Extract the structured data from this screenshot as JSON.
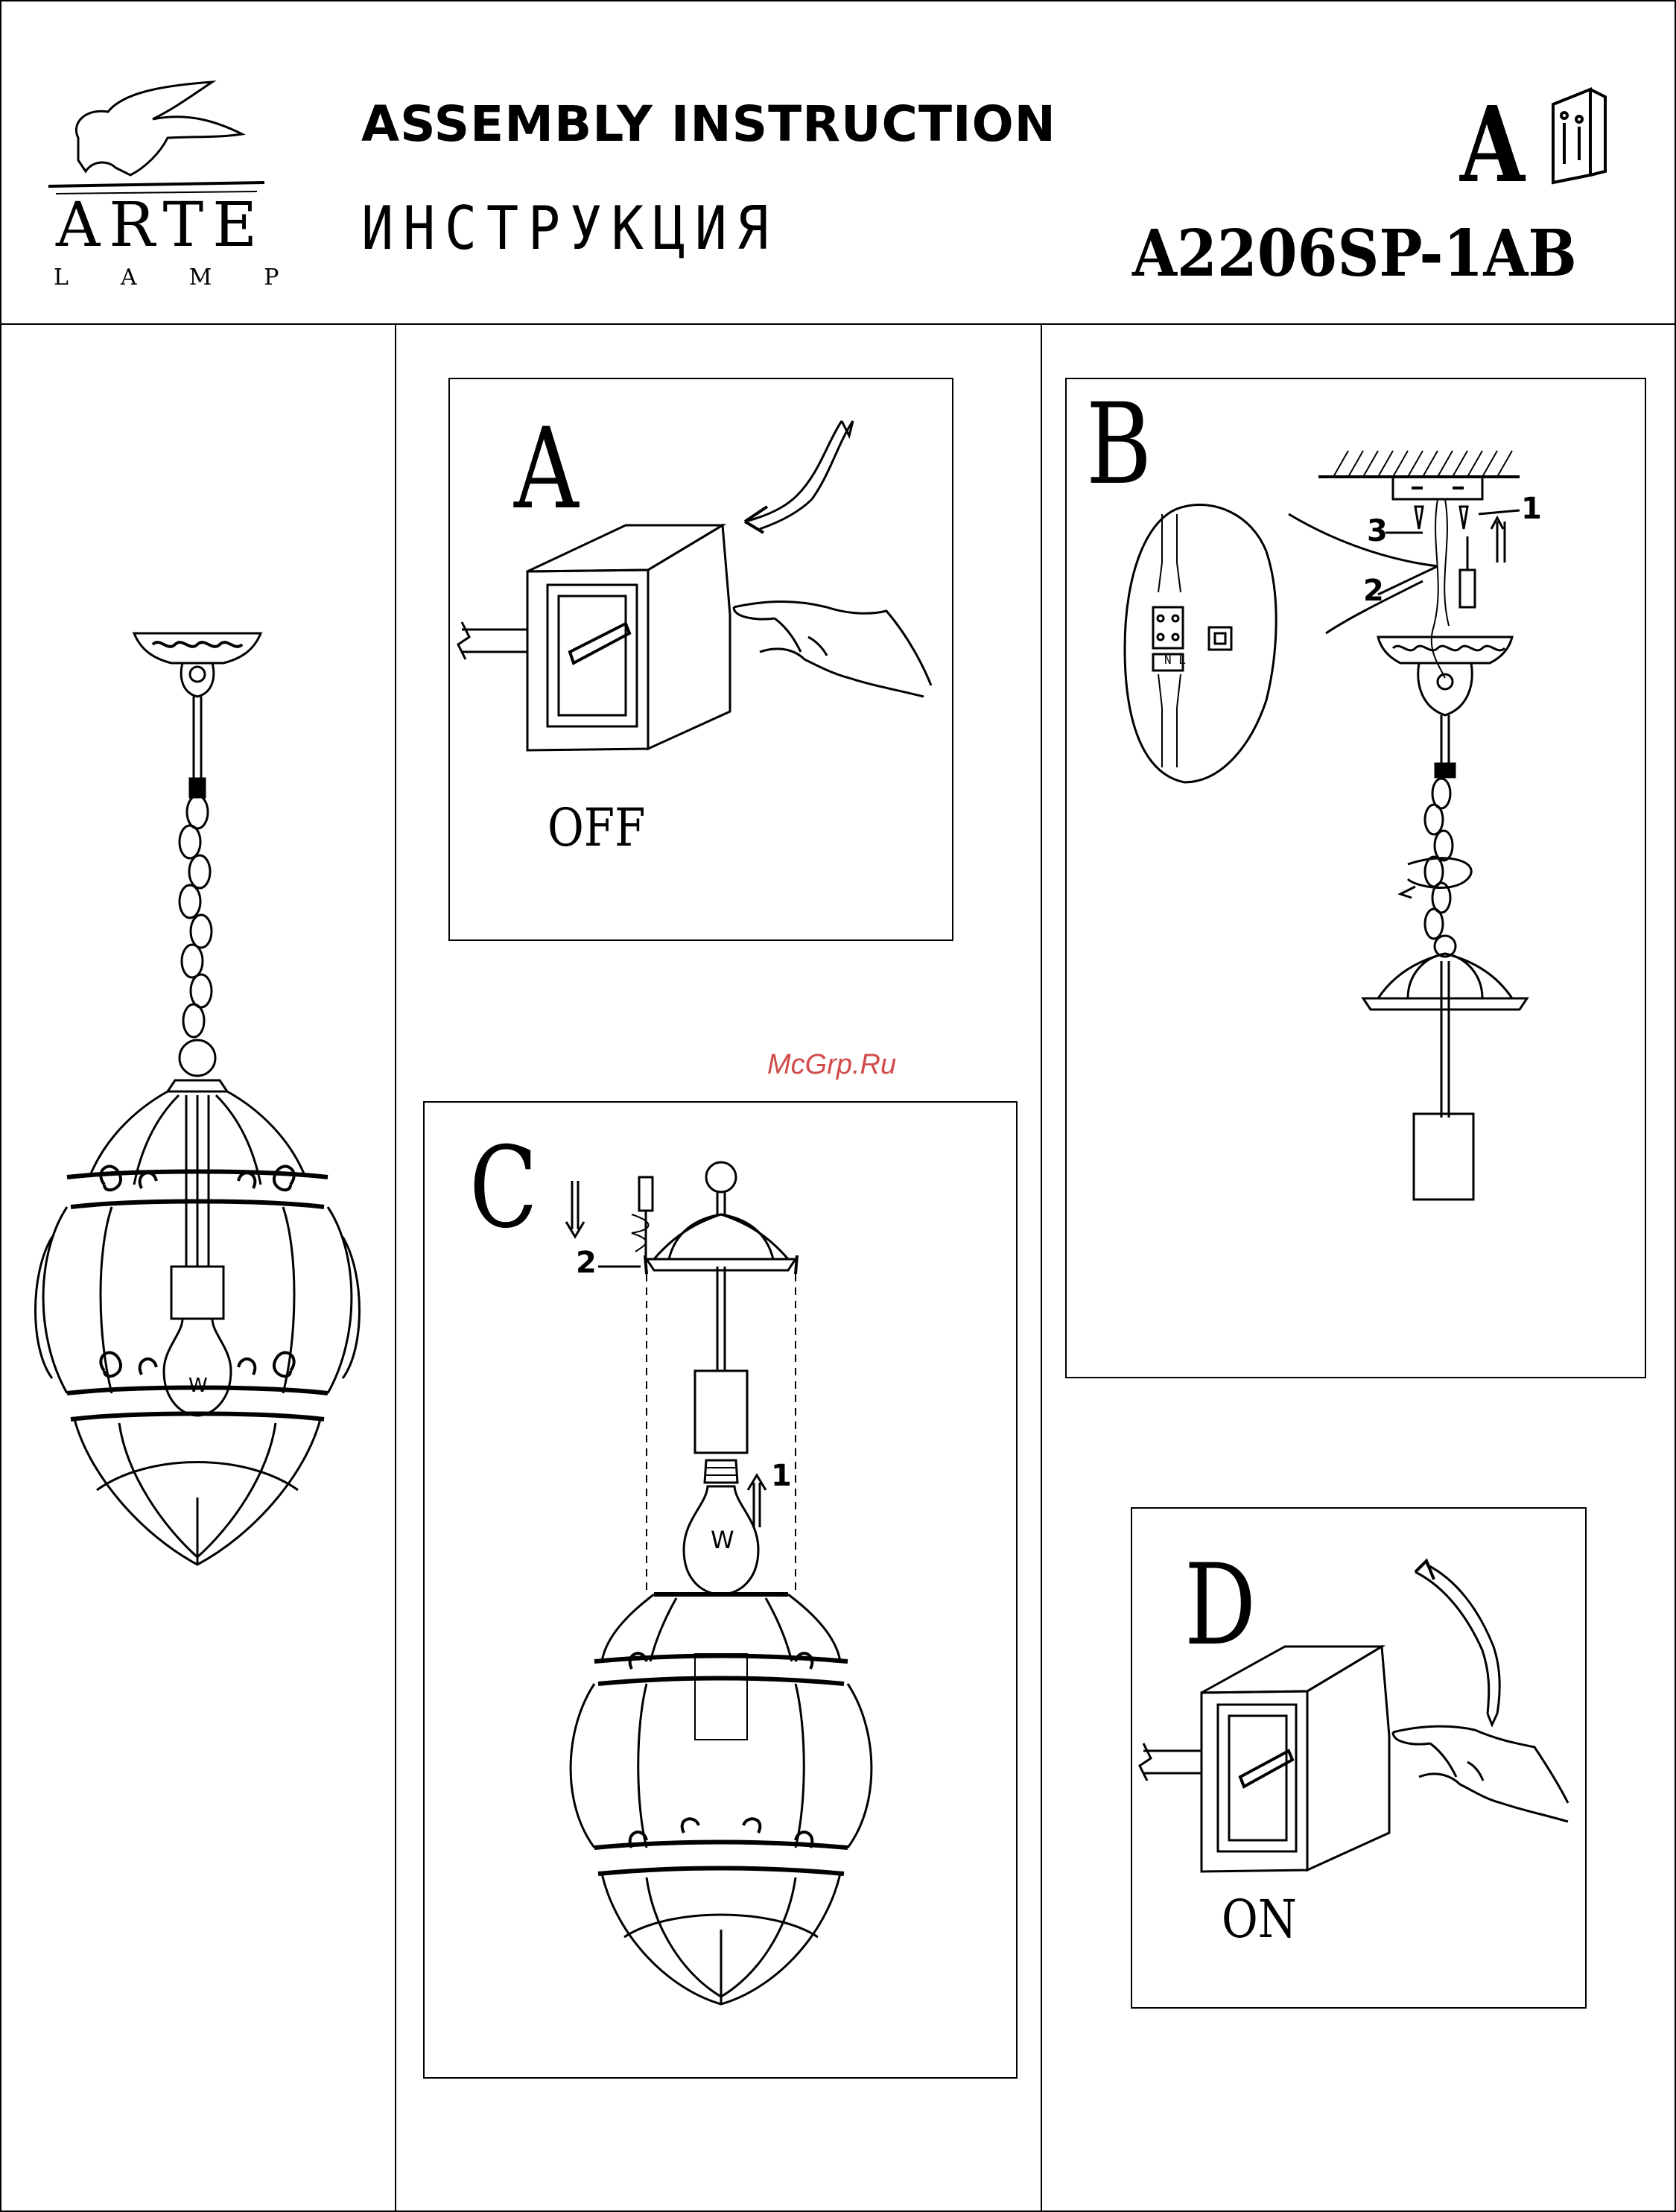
{
  "header": {
    "brand": "ARTE",
    "brand_sub": "LAMP",
    "title_en": "ASSEMBLY INSTRUCTION",
    "title_ru": "ИНСТРУКЦИЯ",
    "type_letter": "A",
    "model": "A2206SP-1AB"
  },
  "steps": {
    "a": {
      "letter": "A",
      "state": "OFF"
    },
    "b": {
      "letter": "B",
      "labels": [
        "1",
        "2",
        "3"
      ]
    },
    "c": {
      "letter": "C",
      "labels": [
        "1",
        "2"
      ]
    },
    "d": {
      "letter": "D",
      "state": "ON"
    }
  },
  "bulb_mark": "W",
  "wiring_terminal": "N L",
  "watermark": "McGrp.Ru"
}
